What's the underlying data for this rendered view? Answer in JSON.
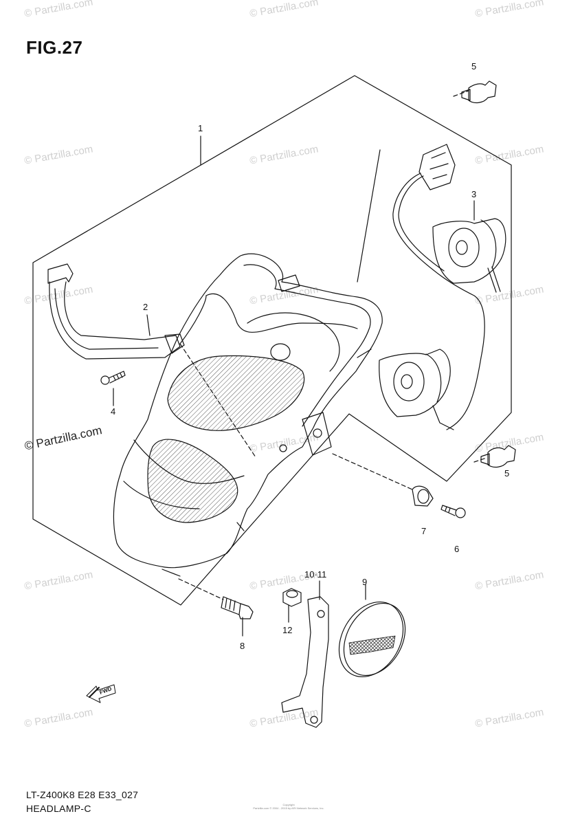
{
  "figure": {
    "title": "FIG.27"
  },
  "diagram_code": "LT-Z400K8 E28 E33_027",
  "diagram_name": "HEADLAMP-C",
  "fwd_arrow_label": "FWD",
  "callouts": {
    "c1": "1",
    "c2": "2",
    "c3": "3",
    "c4": "4",
    "c5a": "5",
    "c5b": "5",
    "c6": "6",
    "c7": "7",
    "c8": "8",
    "c9": "9",
    "c10_11": "10·11",
    "c12": "12"
  },
  "watermarks": {
    "text": "© Partzilla.com",
    "strong": "© Partzilla.com"
  },
  "copyright": {
    "line1": "Copyright",
    "line2": "Partzilla.com © 2004 - 2015 by ARI Network Services, Inc."
  }
}
